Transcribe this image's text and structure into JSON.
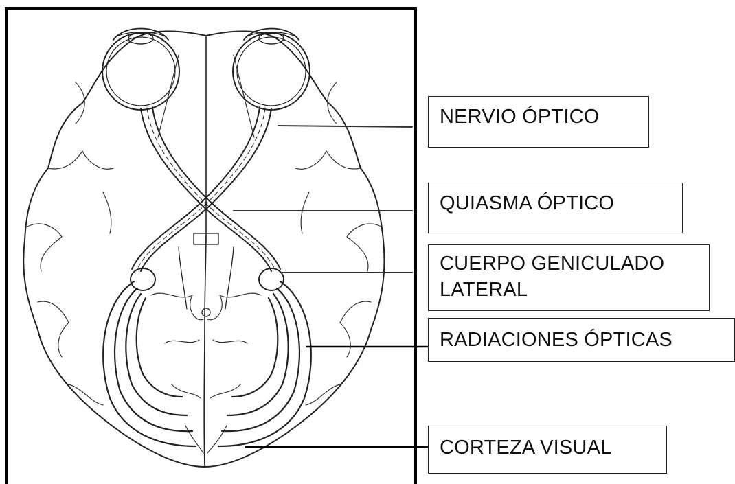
{
  "labels": {
    "nervio_optico": [
      "NERVIO ÓPTICO"
    ],
    "quiasma_optico": [
      "QUIASMA ÓPTICO"
    ],
    "cuerpo_geniculado": [
      "CUERPO GENICULADO",
      "LATERAL"
    ],
    "radiaciones_opticas": [
      "RADIACIONES ÓPTICAS"
    ],
    "corteza_visual": [
      "CORTEZA VISUAL"
    ]
  },
  "colors": {
    "ink": "#111111",
    "background": "#ffffff"
  }
}
